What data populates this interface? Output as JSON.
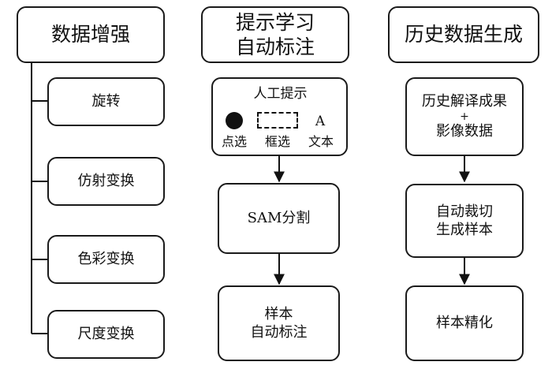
{
  "columns": [
    {
      "id": "augmentation",
      "header": [
        "数据增强"
      ],
      "items": [
        [
          "旋转"
        ],
        [
          "仿射变换"
        ],
        [
          "色彩变换"
        ],
        [
          "尺度变换"
        ]
      ]
    },
    {
      "id": "prompt-learning",
      "header": [
        "提示学习",
        "自动标注"
      ],
      "prompt_box": {
        "title": "人工提示",
        "text_symbol": "A",
        "options": [
          "点选",
          "框选",
          "文本"
        ]
      },
      "steps": [
        [
          "SAM分割"
        ],
        [
          "样本",
          "自动标注"
        ]
      ]
    },
    {
      "id": "historical-data",
      "header": [
        "历史数据生成"
      ],
      "steps": [
        [
          "历史解译成果",
          "+",
          "影像数据"
        ],
        [
          "自动裁切",
          "生成样本"
        ],
        [
          "样本精化"
        ]
      ]
    }
  ]
}
